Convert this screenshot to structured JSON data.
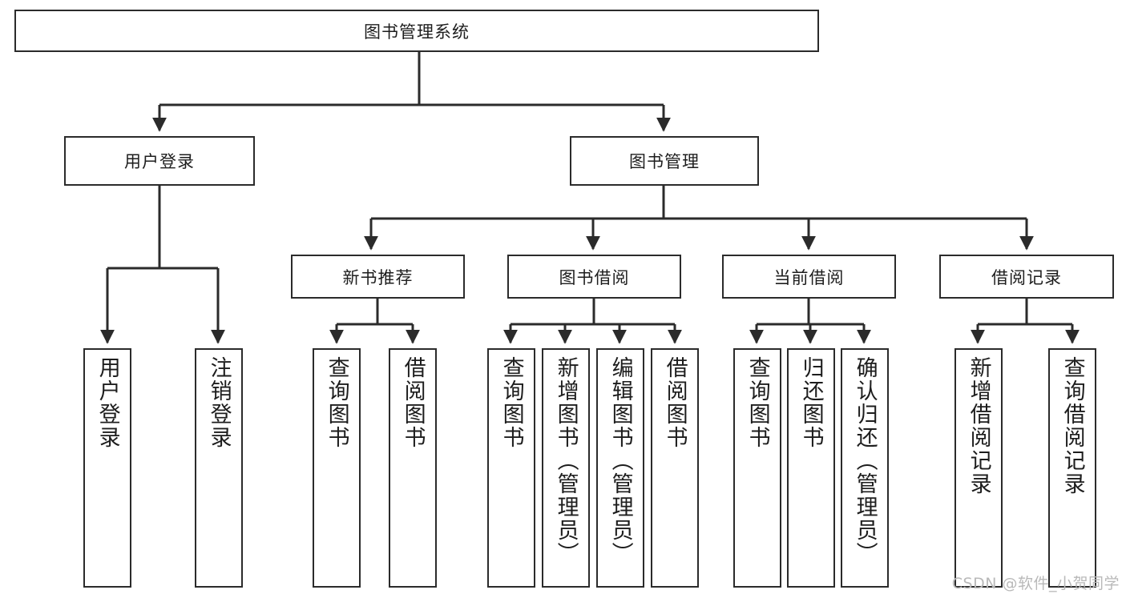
{
  "diagram": {
    "title": "图书管理系统",
    "type": "tree",
    "watermark": "CSDN @软件_小贺同学",
    "stroke_color": "#2b2b2b",
    "background_color": "#ffffff",
    "text_color": "#1d1d1d"
  },
  "nodes": {
    "root": {
      "label": "图书管理系统"
    },
    "level2": [
      {
        "label": "用户登录"
      },
      {
        "label": "图书管理"
      }
    ],
    "level3": [
      {
        "label": "新书推荐"
      },
      {
        "label": "图书借阅"
      },
      {
        "label": "当前借阅"
      },
      {
        "label": "借阅记录"
      }
    ],
    "leaves": {
      "user_login": [
        {
          "label": "用户登录"
        },
        {
          "label": "注销登录"
        }
      ],
      "new_book_recommend": [
        {
          "label": "查询图书"
        },
        {
          "label": "借阅图书"
        }
      ],
      "book_borrow": [
        {
          "label": "查询图书"
        },
        {
          "label": "新增图书（管理员）"
        },
        {
          "label": "编辑图书（管理员）"
        },
        {
          "label": "借阅图书"
        }
      ],
      "current_borrow": [
        {
          "label": "查询图书"
        },
        {
          "label": "归还图书"
        },
        {
          "label": "确认归还（管理员）"
        }
      ],
      "borrow_record": [
        {
          "label": "新增借阅记录"
        },
        {
          "label": "查询借阅记录"
        }
      ]
    }
  }
}
